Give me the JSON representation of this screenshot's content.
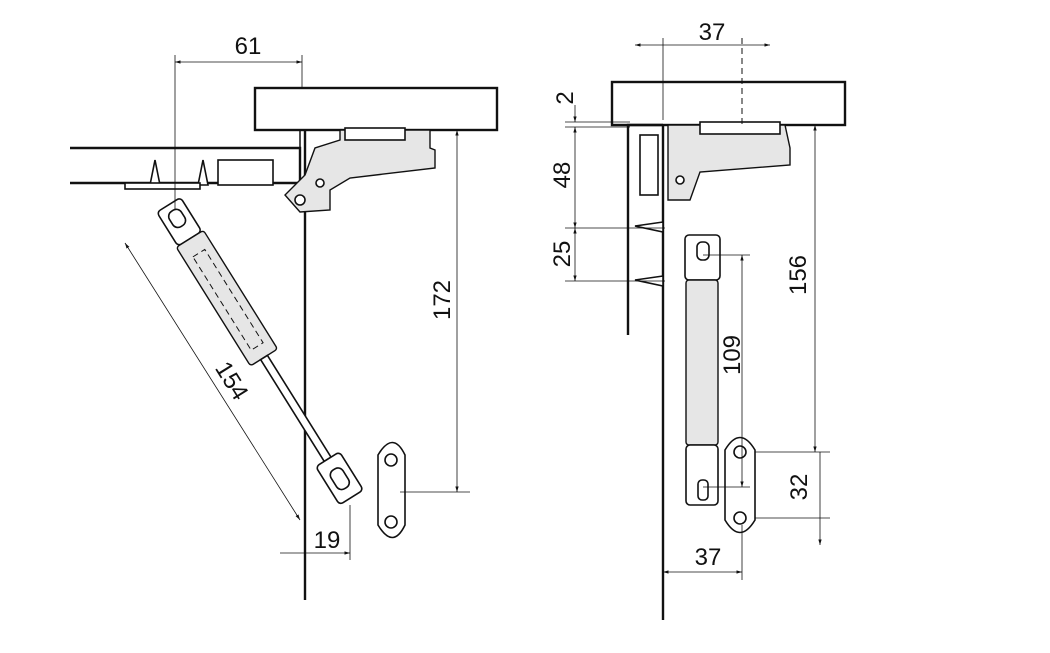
{
  "left_view": {
    "dimensions": {
      "horizontal_top": "61",
      "vertical_height": "172",
      "strut_length": "154",
      "bottom_offset": "19"
    }
  },
  "right_view": {
    "dimensions": {
      "horizontal_top": "37",
      "panel_gap": "2",
      "hinge_offset": "48",
      "screw_spacing": "25",
      "vertical_height": "156",
      "strut_length": "109",
      "bracket_spacing": "32",
      "bottom_offset": "37"
    }
  }
}
